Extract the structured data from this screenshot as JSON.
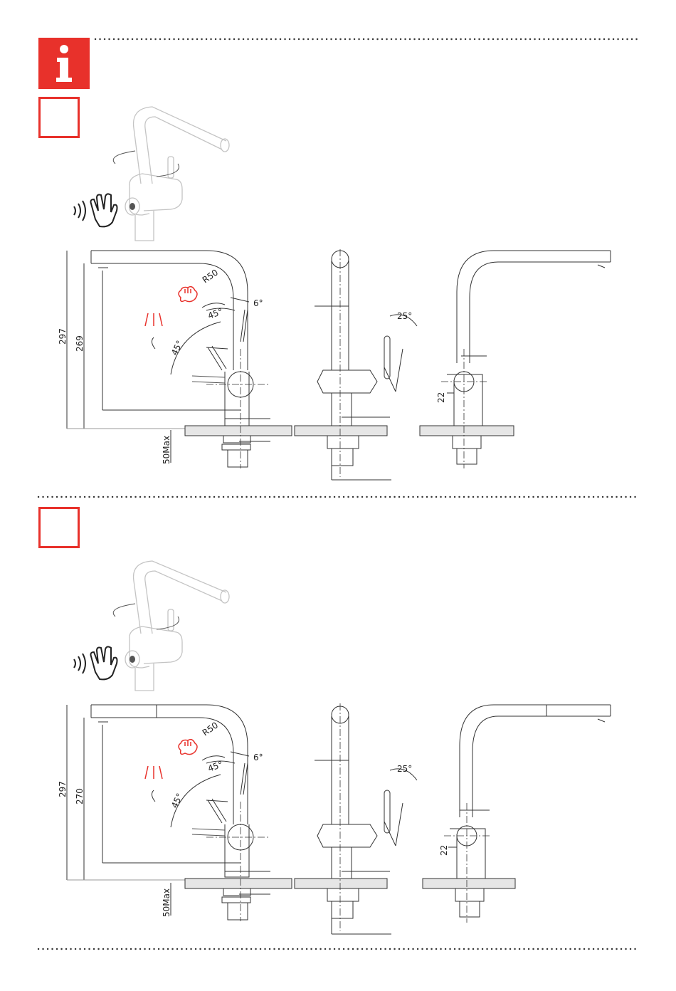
{
  "info_badge": {
    "glyph": "i",
    "color": "#e8312b"
  },
  "section_1": {
    "radius": "R50",
    "angle_spout": "6°",
    "angle_a": "45°",
    "angle_b": "45°",
    "angle_handle": "25°",
    "height_total": "297",
    "height_spout": "269",
    "offset": "22",
    "max_thickness": "50Max"
  },
  "section_2": {
    "radius": "R50",
    "angle_spout": "6°",
    "angle_a": "45°",
    "angle_b": "45°",
    "angle_handle": "25°",
    "height_total": "297",
    "height_spout": "270",
    "offset": "22",
    "max_thickness": "50Max"
  },
  "colors": {
    "accent": "#e8312b",
    "line": "#333333",
    "light": "#bbbbbb"
  },
  "icons": [
    "info-icon",
    "touch-sensor-icon",
    "steam-icon",
    "spray-icon",
    "rotate-arrow-icon"
  ]
}
